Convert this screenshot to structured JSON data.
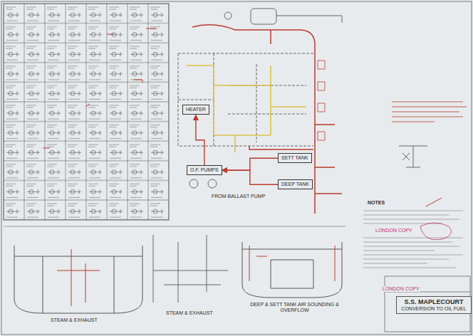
{
  "diagram": {
    "nodes": [
      {
        "text": [
          "S.S. MAPLECOURT",
          "CONVERSION TO OIL FUEL"
        ]
      },
      {
        "text": [
          "SETT TANK"
        ]
      },
      {
        "text": [
          "DEEP TANK"
        ]
      },
      {
        "text": [
          "O.F. PUMPS"
        ]
      },
      {
        "text": [
          "HEATER"
        ]
      }
    ],
    "edges": [
      {
        "from": 1,
        "to": 3,
        "arrow": "to"
      },
      {
        "from": 2,
        "to": 3,
        "arrow": "to"
      },
      {
        "from": 3,
        "to": 4,
        "arrow": "to"
      }
    ],
    "labels": [
      "NOTES",
      "LONDON COPY",
      "LONDON COPY",
      "STEAM & EXHAUST",
      "STEAM & EXHAUST",
      "DEEP & SETT TANK AIR SOUNDING & OVERFLOW",
      "FROM BALLAST PUMP"
    ]
  }
}
